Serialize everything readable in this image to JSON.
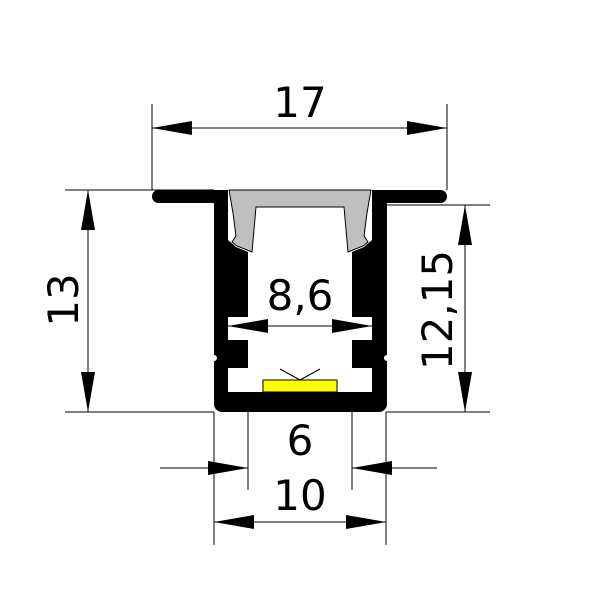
{
  "dimensions": {
    "width_total": "17",
    "height_total": "13",
    "height_inner": "12,15",
    "inner_width": "8,6",
    "led_width": "6",
    "body_width": "10"
  },
  "colors": {
    "profile": "#000000",
    "diffuser": "#c0c0c0",
    "led": "#ffff00"
  }
}
